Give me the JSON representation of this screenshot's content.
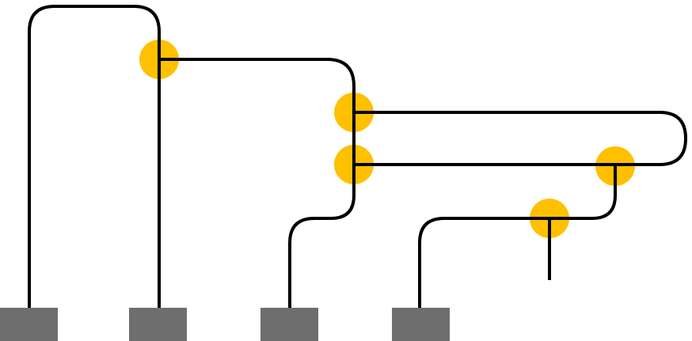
{
  "diagram": {
    "background": "#ffffff",
    "colors": {
      "wire": "#000000",
      "junction": "#FFC000",
      "terminal": "#6E6E6E"
    },
    "terminal_count": 4,
    "junction_count": 5,
    "wire_count": 7
  }
}
